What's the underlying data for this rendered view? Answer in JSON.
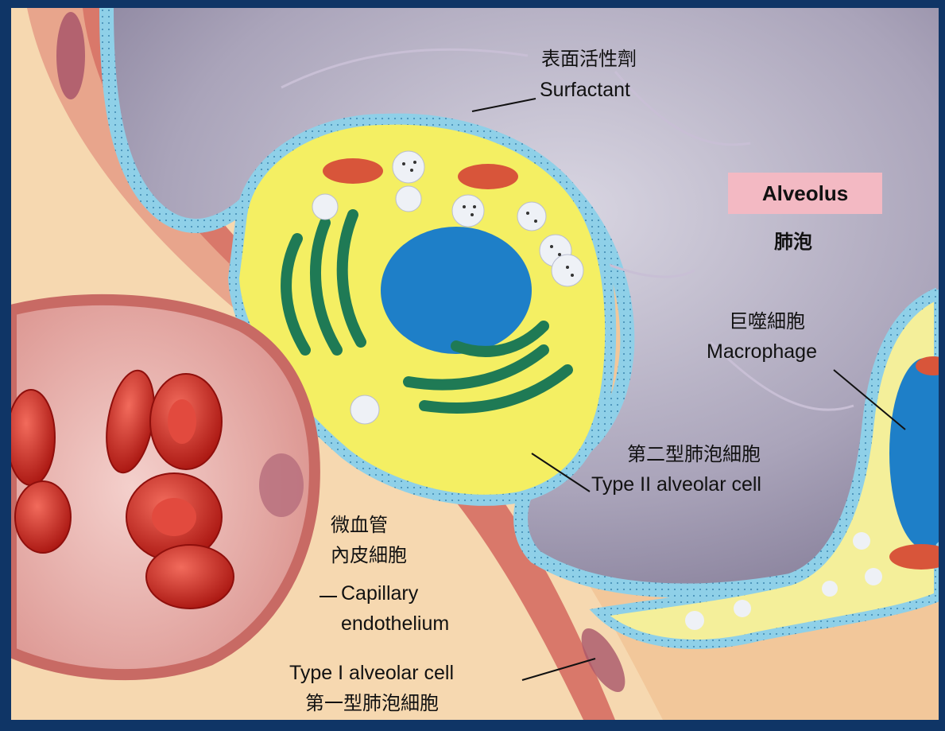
{
  "labels": {
    "surfactant_zh": "表面活性劑",
    "surfactant_en": "Surfactant",
    "alveolus_en": "Alveolus",
    "alveolus_zh": "肺泡",
    "macrophage_zh": "巨噬細胞",
    "macrophage_en": "Macrophage",
    "type2_zh": "第二型肺泡細胞",
    "type2_en": "Type II alveolar cell",
    "capillary_zh_1": "微血管",
    "capillary_zh_2": "內皮細胞",
    "capillary_en_1": "Capillary",
    "capillary_en_2": "endothelium",
    "type1_en": "Type I alveolar cell",
    "type1_zh": "第一型肺泡細胞"
  },
  "colors": {
    "frame": "#0f3566",
    "alveolus_box": "#f3b9c3",
    "surfactant": "#8fd0e8",
    "cytoplasm": "#f4ef63",
    "nucleus": "#1e7fc8",
    "er": "#1f7a55",
    "mitochondria": "#d8553a",
    "red_cell": "#c8211c",
    "tissue": "#e9a184",
    "alveolar_space": "#a9a3b8"
  }
}
